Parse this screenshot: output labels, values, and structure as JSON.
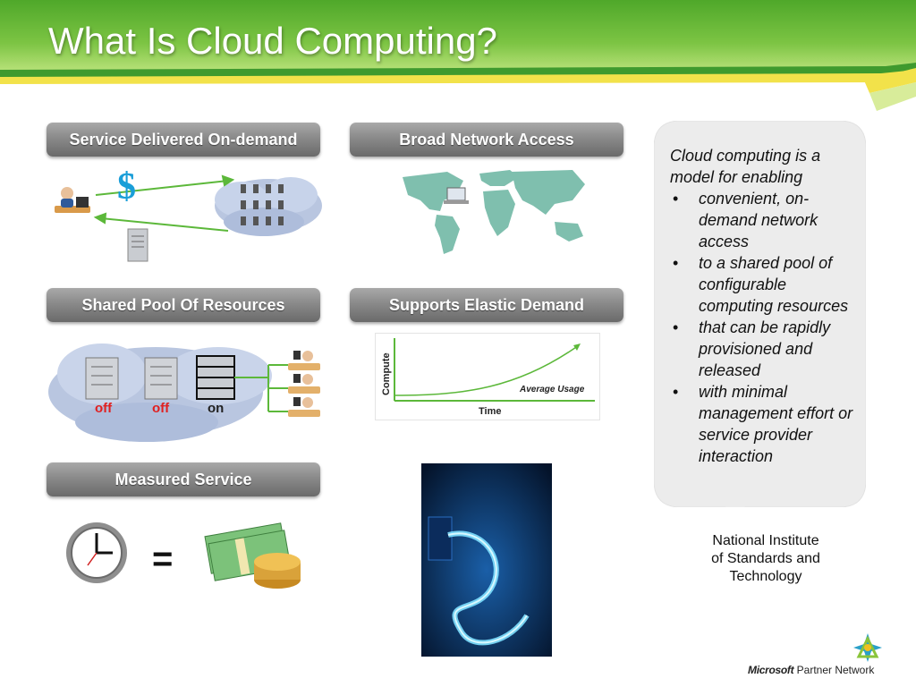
{
  "slide": {
    "title": "What Is Cloud Computing?"
  },
  "pills": {
    "on_demand": "Service Delivered On-demand",
    "network": "Broad Network Access",
    "pool": "Shared Pool Of Resources",
    "elastic": "Supports Elastic Demand",
    "measured": "Measured Service"
  },
  "pool_panel": {
    "server1_state": "off",
    "server2_state": "off",
    "server3_state": "on"
  },
  "elastic_chart": {
    "ylabel": "Compute",
    "xlabel": "Time",
    "curve_label": "Average Usage"
  },
  "measured_panel": {
    "equals": "="
  },
  "bubble": {
    "intro": "Cloud computing is a model for enabling",
    "items": [
      "convenient, on-demand network access",
      "to a shared pool of configurable computing resources",
      "that can be rapidly provisioned and released",
      "with minimal management effort or service provider interaction"
    ]
  },
  "source": {
    "line1": "National Institute",
    "line2": "of Standards and",
    "line3": "Technology"
  },
  "footer": {
    "brand": "Microsoft",
    "network": "Partner Network"
  },
  "colors": {
    "header_green": "#6cbf3c",
    "header_light": "#b9e27a",
    "stripe_yellow": "#f2e24a",
    "arrow_green": "#5cb83a",
    "map_teal": "#7fbfae",
    "bubble_bg": "#ececec",
    "off_red": "#e02020"
  }
}
